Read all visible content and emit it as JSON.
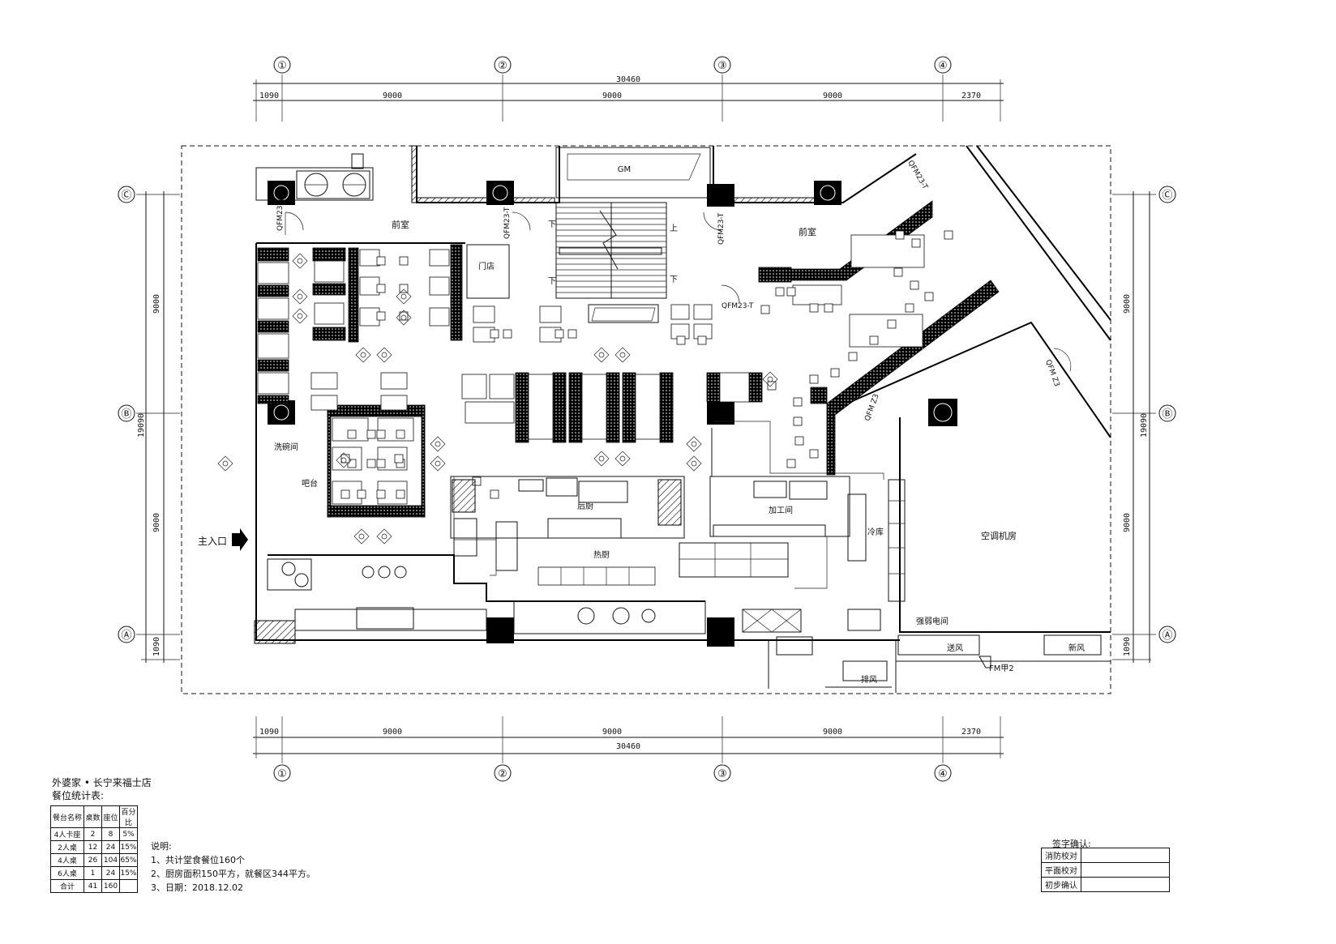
{
  "grid": {
    "columns": [
      "①",
      "②",
      "③",
      "④"
    ],
    "rows": [
      "Ⓐ",
      "Ⓑ",
      "Ⓒ"
    ],
    "top_dims": [
      "1090",
      "9000",
      "9000",
      "9000",
      "2370"
    ],
    "total": "30460",
    "side_dims": [
      "1090",
      "9000",
      "9000"
    ],
    "side_total": "19090"
  },
  "rooms": {
    "front_room_left": "前室",
    "front_room_right": "前室",
    "store": "门店",
    "up": "上",
    "down": "下",
    "wash": "洗碗间",
    "bar": "吧台",
    "back_kitchen": "后厨",
    "hot_kitchen": "热厨",
    "cold": "冷库",
    "ac_room": "空调机房",
    "main_entrance": "主入口",
    "prep": "加工间",
    "fire_door_1": "QFM23-T",
    "fire_door_2": "QFM23-T",
    "fire_door_3": "QFM23-T",
    "fire_door_4": "QFM23-T",
    "fire_door_5": "QFM Z3",
    "stairs_label": "GM",
    "meter": "强弱电间",
    "exhaust": "排风",
    "supply": "新风",
    "fan": "送风",
    "door_code": "FM甲2"
  },
  "stats": {
    "title": "外婆家 • 长宁来福士店",
    "subtitle": "餐位统计表:",
    "headers": [
      "餐台名称",
      "桌数",
      "座位",
      "百分比"
    ],
    "rows": [
      [
        "4人卡座",
        "2",
        "8",
        "5%"
      ],
      [
        "2人桌",
        "12",
        "24",
        "15%"
      ],
      [
        "4人桌",
        "26",
        "104",
        "65%"
      ],
      [
        "6人桌",
        "1",
        "24",
        "15%"
      ],
      [
        "合计",
        "41",
        "160",
        ""
      ]
    ]
  },
  "notes": {
    "label": "说明:",
    "items": [
      "1、共计堂食餐位160个",
      "2、厨房面积150平方，就餐区344平方。",
      "3、日期：2018.12.02"
    ]
  },
  "signoff": {
    "title": "签字确认:",
    "rows": [
      "消防校对",
      "平面校对",
      "初步确认"
    ]
  }
}
